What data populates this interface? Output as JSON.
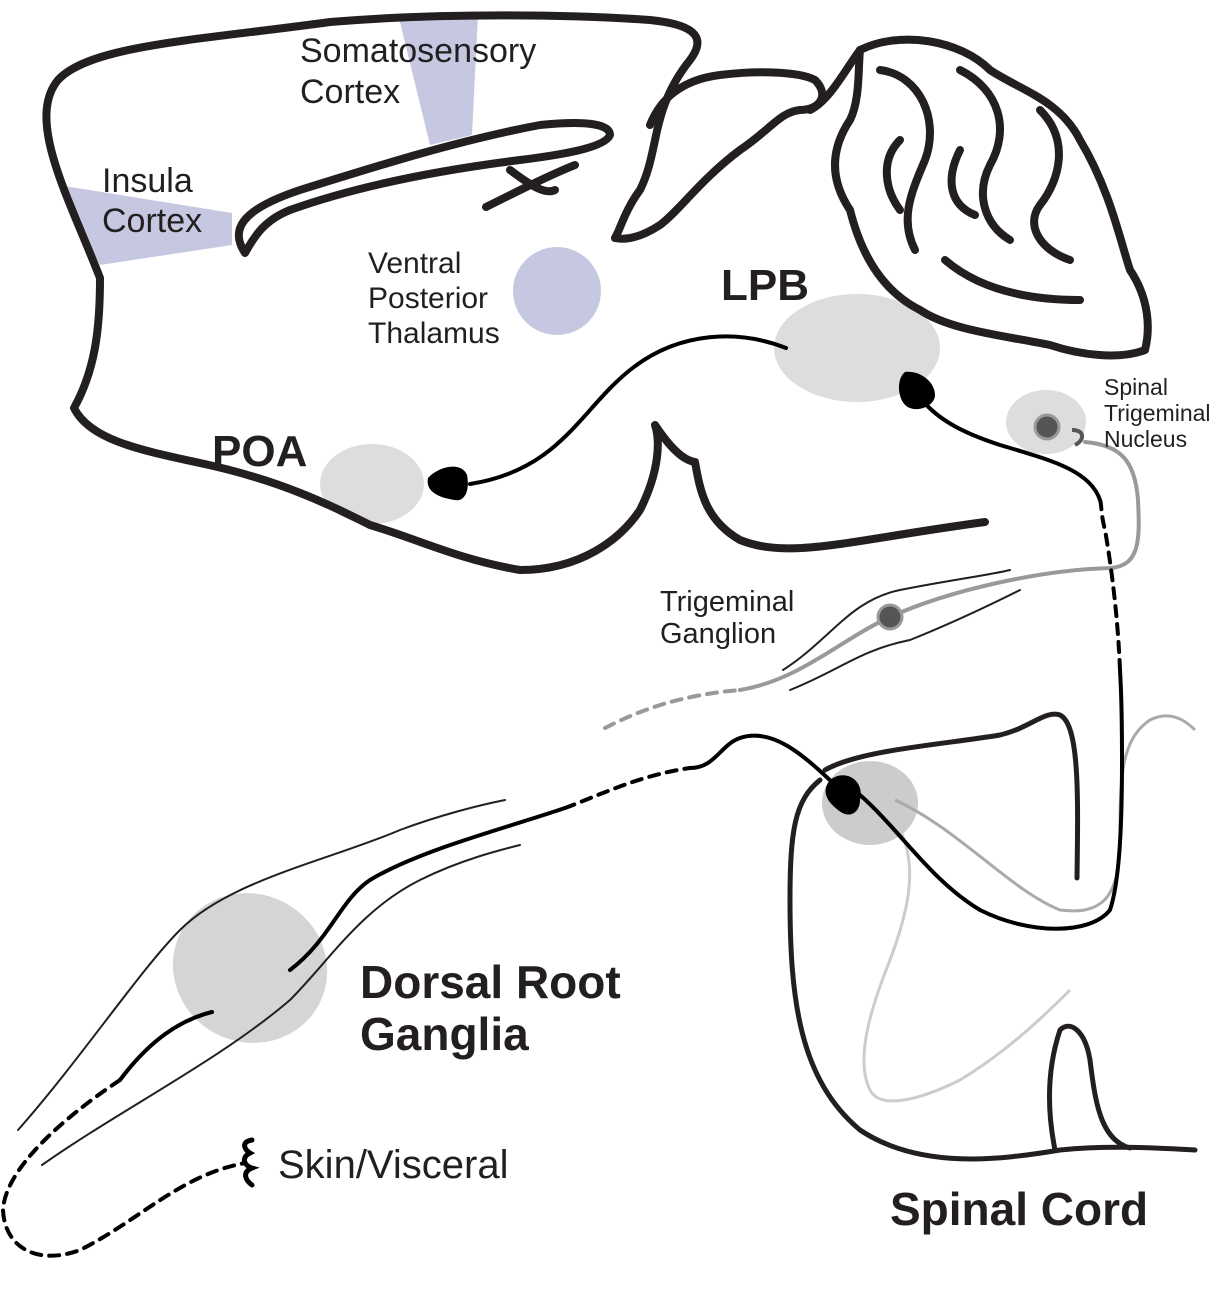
{
  "labels": {
    "somatosensory_line1": "Somatosensory",
    "somatosensory_line2": "Cortex",
    "insula_line1": "Insula",
    "insula_line2": "Cortex",
    "vpt_line1": "Ventral",
    "vpt_line2": "Posterior",
    "vpt_line3": "Thalamus",
    "lpb": "LPB",
    "poa": "POA",
    "spinal_trig_line1": "Spinal",
    "spinal_trig_line2": "Trigeminal",
    "spinal_trig_line3": "Nucleus",
    "trig_ganglion_line1": "Trigeminal",
    "trig_ganglion_line2": "Ganglion",
    "drg_line1": "Dorsal Root",
    "drg_line2": "Ganglia",
    "skin": "Skin/Visceral",
    "spinal_cord": "Spinal Cord"
  },
  "colors": {
    "outline": "#231f20",
    "cortex_highlight": "#c5c8e0",
    "nucleus_fill": "#dddddd",
    "neuron_black": "#000000",
    "neuron_gray": "#999999",
    "soma_gray": "#555555"
  }
}
